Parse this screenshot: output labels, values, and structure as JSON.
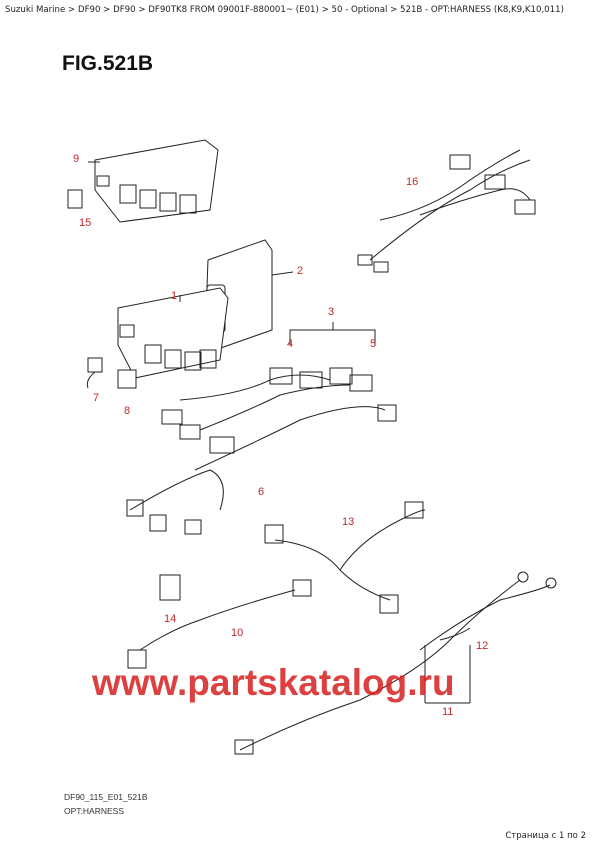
{
  "breadcrumb": "Suzuki Marine > DF90 > DF90 > DF90TK8 FROM 09001F-880001~ (E01) > 50 - Optional > 521B - OPT:HARNESS (K8,K9,K10,011)",
  "figure_title": "FIG.521B",
  "callouts": [
    "9",
    "15",
    "16",
    "2",
    "1",
    "3",
    "4",
    "5",
    "7",
    "8",
    "6",
    "13",
    "14",
    "10",
    "12",
    "11"
  ],
  "watermark": "www.partskatalog.ru",
  "drawing_code": "DF90_115_E01_521B",
  "drawing_name": "OPT:HARNESS",
  "pagination": "Страница с 1 по 2",
  "colors": {
    "callout": "#c0282d",
    "watermark": "#d71e1e"
  }
}
